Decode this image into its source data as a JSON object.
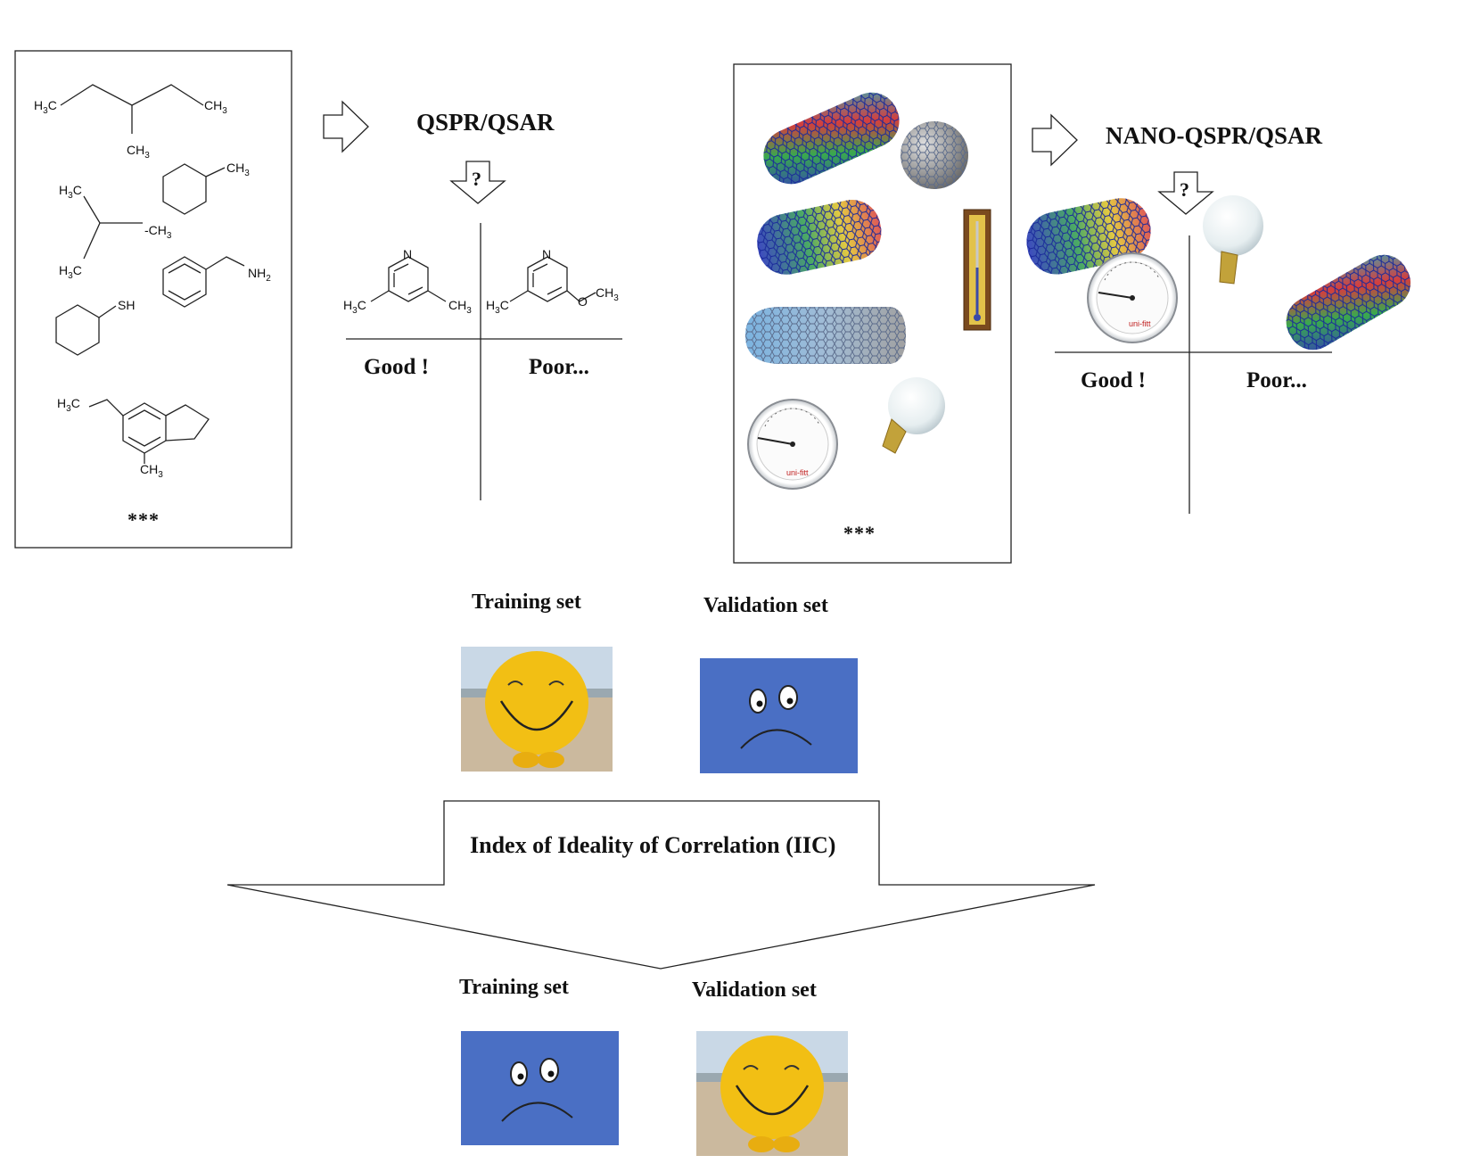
{
  "labels": {
    "qspr_title": "QSPR/QSAR",
    "nano_title": "NANO-QSPR/QSAR",
    "question_mark": "?",
    "good": "Good !",
    "poor": "Poor...",
    "stars": "***",
    "training_set": "Training set",
    "validation_set": "Validation set",
    "iic": "Index of Ideality of Correlation (IIC)"
  },
  "chemistry": {
    "h3c": "H",
    "ch3": "CH",
    "three": "3",
    "two": "2",
    "sh": "SH",
    "nh": "NH",
    "n": "N",
    "o": "O"
  },
  "colors": {
    "smiley_yellow": "#f2bf14",
    "sad_blue": "#4a6fc4",
    "sand": "#cbb99e",
    "sky": "#c9d8e6"
  },
  "icons": {
    "arrow": "hollow-right-arrow-icon",
    "question": "question-down-arrow-icon",
    "happy": "happy-smiley-icon",
    "sad": "sad-face-icon",
    "nanotube": "nanotube-icon",
    "fullerene": "fullerene-icon",
    "thermometer": "thermometer-icon",
    "dial": "dial-thermometer-icon",
    "bulb": "light-bulb-icon"
  }
}
